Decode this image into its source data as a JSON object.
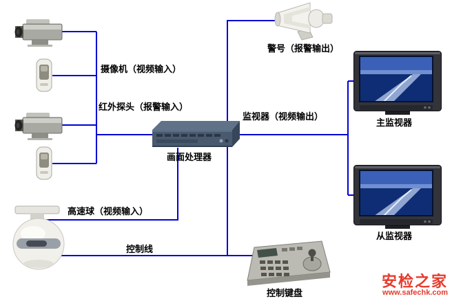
{
  "diagram": {
    "line_color": "#0000d6",
    "labels": {
      "camera_input": "摄像机（视频输入）",
      "ir_input": "红外探头（报警输入）",
      "dome_input": "高速球（视频输入）",
      "control_line": "控制线",
      "monitor_output": "监视器（视频输出）",
      "alarm_output": "警号（报警输出）"
    },
    "captions": {
      "processor": "画面处理器",
      "keyboard": "控制键盘",
      "main_monitor": "主监视器",
      "slave_monitor": "从监视器"
    },
    "devices": [
      {
        "id": "box-camera-1",
        "type": "box-camera"
      },
      {
        "id": "pir-sensor-1",
        "type": "pir-sensor"
      },
      {
        "id": "box-camera-2",
        "type": "box-camera"
      },
      {
        "id": "pir-sensor-2",
        "type": "pir-sensor"
      },
      {
        "id": "speed-dome-camera",
        "type": "speed-dome"
      },
      {
        "id": "video-processor",
        "type": "processor"
      },
      {
        "id": "alarm-horn",
        "type": "horn-speaker"
      },
      {
        "id": "main-monitor",
        "type": "crt-monitor"
      },
      {
        "id": "slave-monitor",
        "type": "crt-monitor"
      },
      {
        "id": "control-keyboard",
        "type": "ptz-keyboard"
      }
    ],
    "watermark": {
      "site_name": "安检之家",
      "site_url": "www.safechk.com",
      "color": "#e73a2c"
    }
  }
}
